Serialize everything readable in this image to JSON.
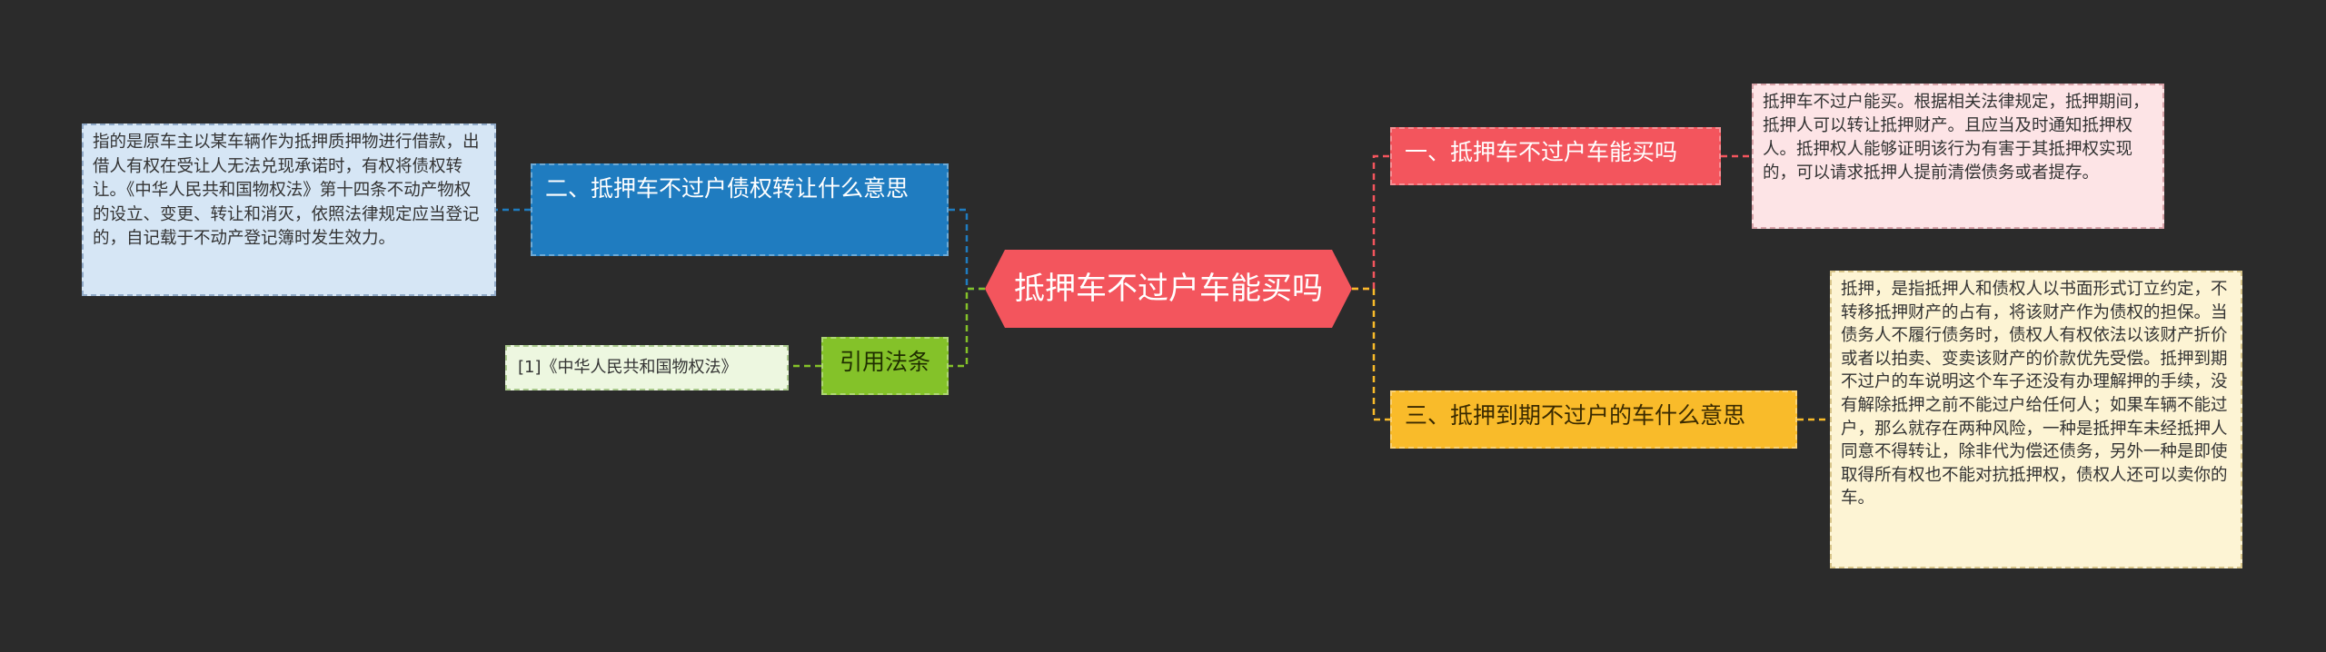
{
  "root": {
    "label": "抵押车不过户车能买吗"
  },
  "branches": {
    "b1": {
      "label": "一、抵押车不过户车能买吗",
      "color": "#f3555d"
    },
    "b2": {
      "label": "二、抵押车不过户债权转让什么意思",
      "color": "#1f7cc0"
    },
    "b3": {
      "label": "三、抵押到期不过户的车什么意思",
      "color": "#f9bb2a"
    },
    "b4": {
      "label": "引用法条",
      "color": "#84c229"
    }
  },
  "leaves": {
    "l1": {
      "text": "抵押车不过户能买。根据相关法律规定，抵押期间，抵押人可以转让抵押财产。且应当及时通知抵押权人。抵押权人能够证明该行为有害于其抵押权实现的，可以请求抵押人提前清偿债务或者提存。"
    },
    "l2": {
      "text": "指的是原车主以某车辆作为抵押质押物进行借款，出借人有权在受让人无法兑现承诺时，有权将债权转让。《中华人民共和国物权法》第十四条不动产物权的设立、变更、转让和消灭，依照法律规定应当登记的，自记载于不动产登记簿时发生效力。"
    },
    "l3": {
      "text": "抵押，是指抵押人和债权人以书面形式订立约定，不转移抵押财产的占有，将该财产作为债权的担保。当债务人不履行债务时，债权人有权依法以该财产折价或者以拍卖、变卖该财产的价款优先受偿。抵押到期不过户的车说明这个车子还没有办理解押的手续，没有解除抵押之前不能过户给任何人；如果车辆不能过户，那么就存在两种风险，一种是抵押车未经抵押人同意不得转让，除非代为偿还债务，另外一种是即使取得所有权也不能对抗抵押权，债权人还可以卖你的车。"
    },
    "l4": {
      "text": "[1]《中华人民共和国物权法》"
    }
  }
}
